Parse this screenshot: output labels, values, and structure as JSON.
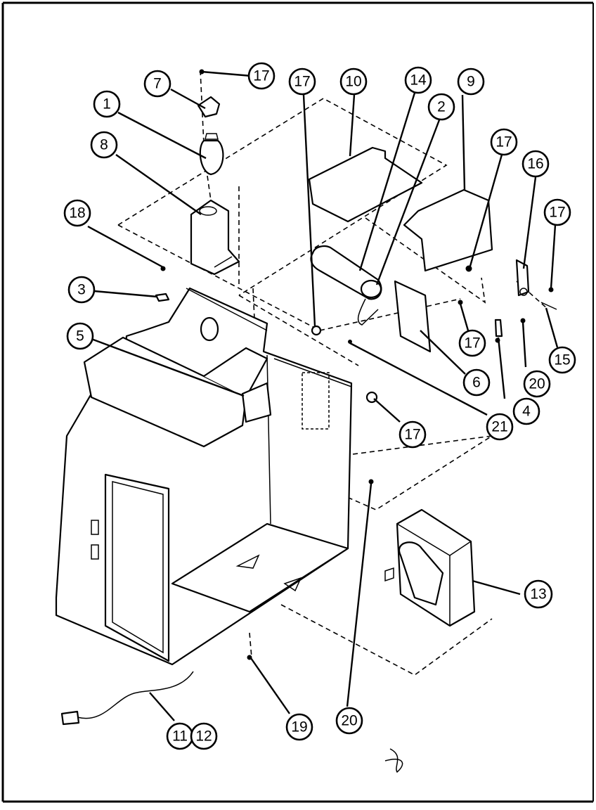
{
  "callouts": [
    {
      "id": "c1",
      "label": "1"
    },
    {
      "id": "c2",
      "label": "2"
    },
    {
      "id": "c3",
      "label": "3"
    },
    {
      "id": "c4",
      "label": "4"
    },
    {
      "id": "c5",
      "label": "5"
    },
    {
      "id": "c6",
      "label": "6"
    },
    {
      "id": "c7",
      "label": "7"
    },
    {
      "id": "c8",
      "label": "8"
    },
    {
      "id": "c9",
      "label": "9"
    },
    {
      "id": "c10",
      "label": "10"
    },
    {
      "id": "c11",
      "label": "11"
    },
    {
      "id": "c12",
      "label": "12"
    },
    {
      "id": "c13",
      "label": "13"
    },
    {
      "id": "c14",
      "label": "14"
    },
    {
      "id": "c15",
      "label": "15"
    },
    {
      "id": "c16",
      "label": "16"
    },
    {
      "id": "c17a",
      "label": "17"
    },
    {
      "id": "c17b",
      "label": "17"
    },
    {
      "id": "c17c",
      "label": "17"
    },
    {
      "id": "c17d",
      "label": "17"
    },
    {
      "id": "c17e",
      "label": "17"
    },
    {
      "id": "c17f",
      "label": "17"
    },
    {
      "id": "c18",
      "label": "18"
    },
    {
      "id": "c19",
      "label": "19"
    },
    {
      "id": "c20a",
      "label": "20"
    },
    {
      "id": "c20b",
      "label": "20"
    },
    {
      "id": "c21",
      "label": "21"
    }
  ]
}
